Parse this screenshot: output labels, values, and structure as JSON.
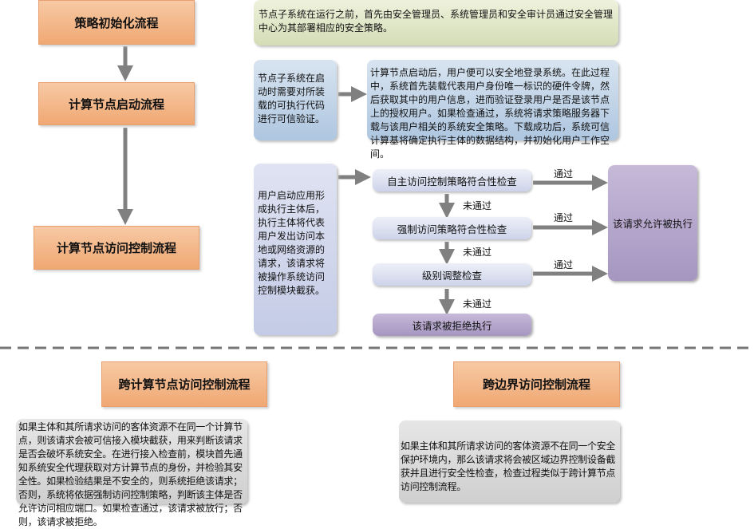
{
  "left_flow": {
    "step1": "策略初始化流程",
    "step2": "计算节点启动流程",
    "step3": "计算节点访问控制流程"
  },
  "policy_init_desc": "节点子系统在运行之前，首先由安全管理员、系统管理员和安全审计员通过安全管理中心为其部署相应的安全策略。",
  "startup": {
    "trusted_verify": "节点子系统在启动时需要对所装载的可执行代码进行可信验证。",
    "login_desc": "计算节点启动后，用户便可以安全地登录系统。在此过程中，系统首先装载代表用户身份唯一标识的硬件令牌，然后获取其中的用户信息，进而验证登录用户是否是该节点上的授权用户。如果检查通过，系统将请求策略服务器下载与该用户相关的系统安全策略。下载成功后，系统可信计算基将确定执行主体的数据结构，并初始化用户工作空间。"
  },
  "access_control": {
    "intercept_desc": "用户启动应用形成执行主体后，执行主体将代表用户发出访问本地或网络资源的请求，该请求将被操作系统访问控制模块截获。",
    "check1": "自主访问控制策略符合性检查",
    "check2": "强制访问策略符合性检查",
    "check3": "级别调整检查",
    "reject": "该请求被拒绝执行",
    "allow": "该请求允许被执行",
    "pass": "通过",
    "fail": "未通过"
  },
  "bottom": {
    "cross_node_title": "跨计算节点访问控制流程",
    "cross_node_desc": "如果主体和其所请求访问的客体资源不在同一个计算节点，则该请求会被可信接入模块截获，用来判断该请求是否会破坏系统安全。在进行接入检查前，模块首先通知系统安全代理获取对方计算节点的身份，并检验其安全性。如果检验结果是不安全的，则系统拒绝该请求；否则，系统将依据强制访问控制策略，判断该主体是否允许访问相应端口。如果检查通过，该请求被放行；否则，该请求被拒绝。",
    "cross_boundary_title": "跨边界访问控制流程",
    "cross_boundary_desc": "如果主体和其所请求访问的客体资源不在同一个安全保护环境内，那么该请求将会被区域边界控制设备截获并且进行安全性检查，检查过程类似于跨计算节点访问控制流程。"
  }
}
